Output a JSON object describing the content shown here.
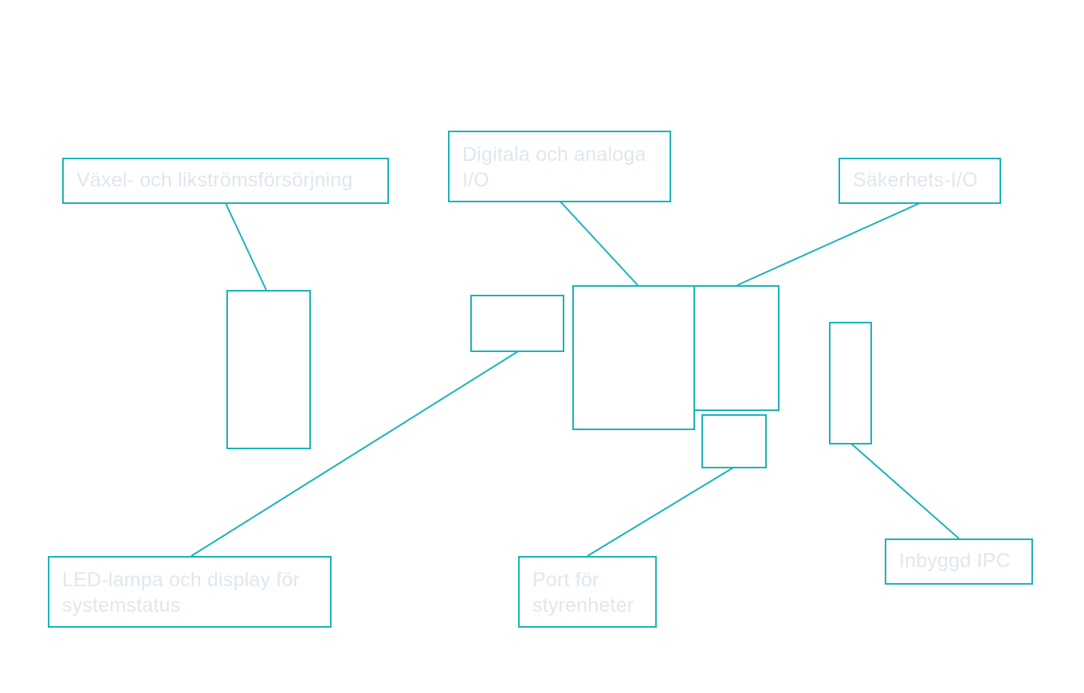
{
  "labels": {
    "power_supply": "Växel- och likströmsförsörjning",
    "digital_analog_io": "Digitala och analoga I/O",
    "safety_io": "Säkerhets-I/O",
    "led_display": "LED-lampa och display för systemstatus",
    "controller_port": "Port för styrenheter",
    "built_in_ipc": "Inbyggd IPC"
  },
  "colors": {
    "accent": "#1bb3b8",
    "label_text": "#dfe7ee"
  }
}
